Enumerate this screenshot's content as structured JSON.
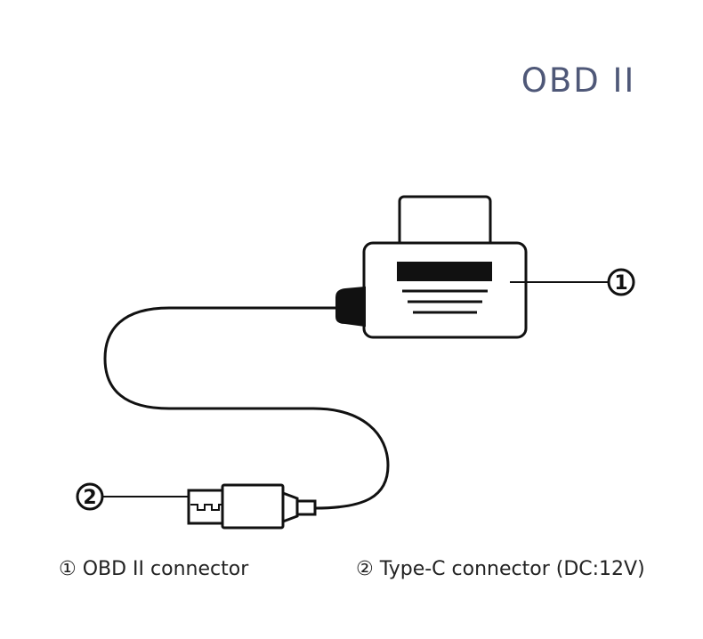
{
  "title": "OBD II",
  "callouts": {
    "marker_1": "1",
    "marker_2": "2"
  },
  "legend": {
    "item_1": "① OBD II connector",
    "item_2": "② Type-C connector (DC:12V)"
  },
  "colors": {
    "title": "#4f5878",
    "line": "#111111",
    "background": "#ffffff"
  }
}
